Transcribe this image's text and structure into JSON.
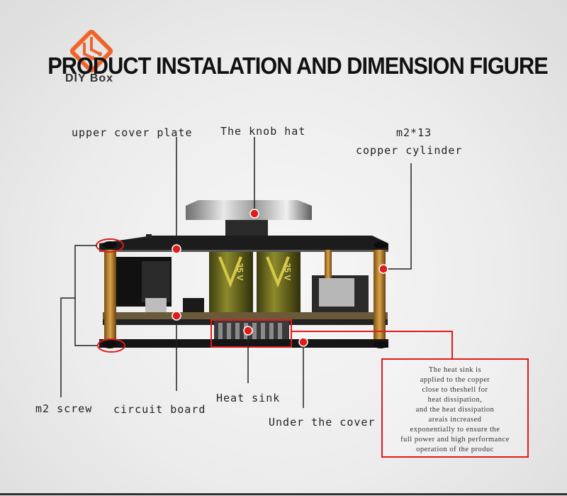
{
  "header": {
    "title": "PRODUCT INSTALATION AND DIMENSION FIGURE",
    "brand": "DIY Box"
  },
  "labels": {
    "upper_cover_plate": "upper cover plate",
    "knob_hat": "The knob hat",
    "copper_cylinder_line1": "m2*13",
    "copper_cylinder_line2": "copper cylinder",
    "m2_screw": "m2 screw",
    "circuit_board": "circuit board",
    "heat_sink": "Heat sink",
    "under_cover": "Under the cover",
    "capacitor_voltage": "35 V"
  },
  "note": {
    "lines": [
      "The heat sink is",
      "applied to the copper",
      "close to theshell for",
      "heat dissipation,",
      "and the heat dissipation",
      "areais increased",
      "exponentially to ensure the",
      "full power and high performance",
      "operation of the produc"
    ]
  },
  "colors": {
    "accent_red": "#e01b1b",
    "logo_orange": "#f0642a"
  }
}
